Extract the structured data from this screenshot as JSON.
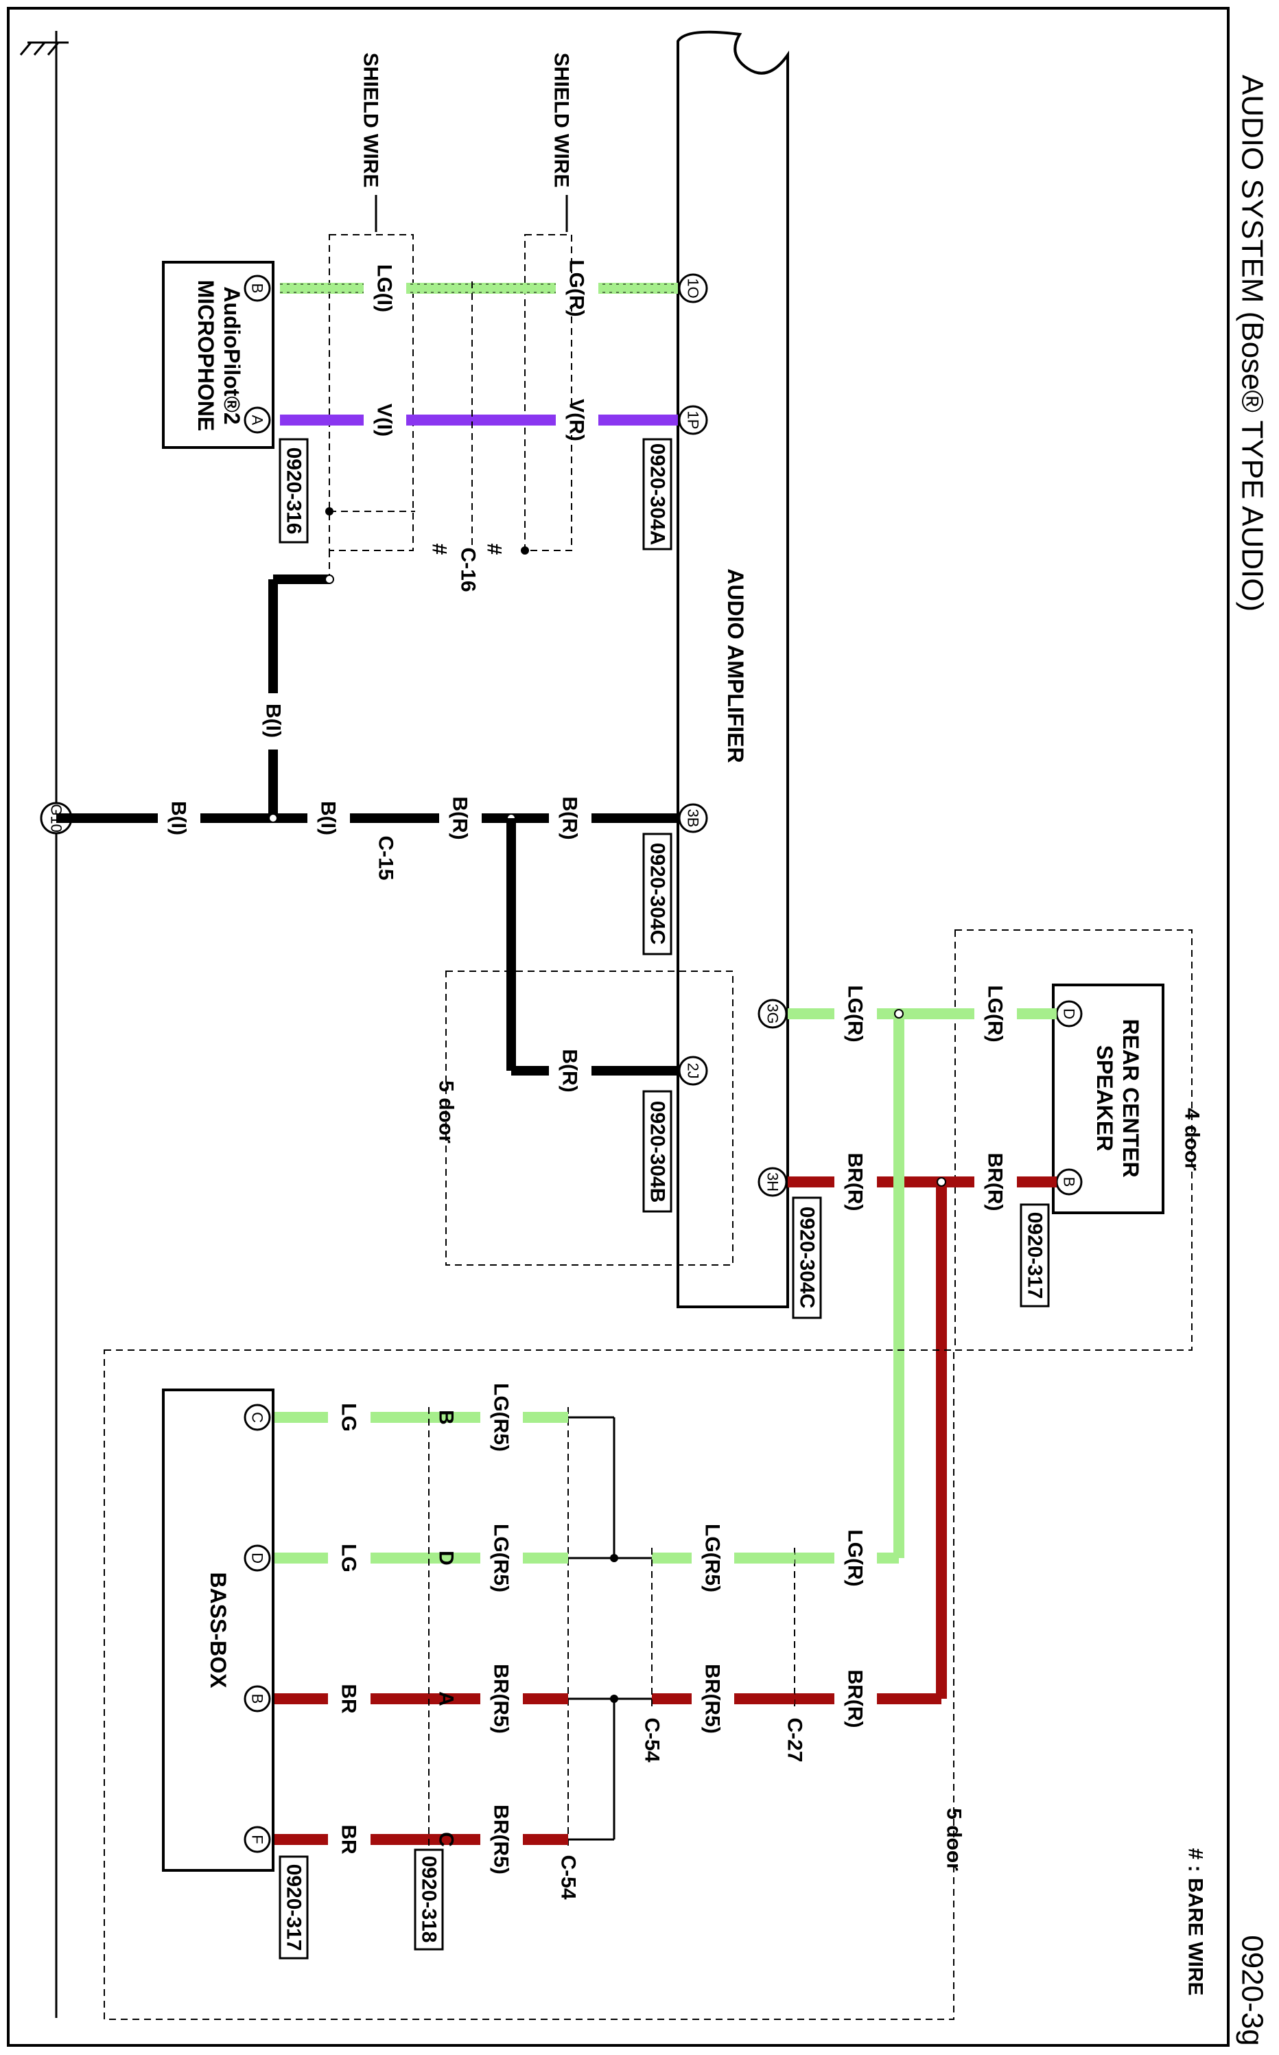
{
  "title": "AUDIO SYSTEM (Bose® TYPE AUDIO)",
  "page_id": "0920-3g",
  "legend": "# : BARE WIRE",
  "ground": {
    "label": "G10",
    "symbol": "ground-symbol"
  },
  "components": {
    "amplifier": "AUDIO AMPLIFIER",
    "microphone": [
      "AudioPilot®2",
      "MICROPHONE"
    ],
    "rear_speaker": [
      "REAR CENTER",
      "SPEAKER"
    ],
    "bass_box": "BASS-BOX"
  },
  "connectors": {
    "c304a": "0920-304A",
    "c316": "0920-316",
    "c304c_top": "0920-304C",
    "c304b": "0920-304B",
    "c304c_bottom": "0920-304C",
    "c317_speaker": "0920-317",
    "c317_bass": "0920-317",
    "c318": "0920-318"
  },
  "pins": {
    "amp_1o": "1O",
    "amp_1p": "1P",
    "amp_3b": "3B",
    "amp_2j": "2J",
    "amp_3g": "3G",
    "amp_3h": "3H",
    "mic_b": "B",
    "mic_a": "A",
    "spk_d": "D",
    "spk_b": "B",
    "bb_c": "C",
    "bb_d": "D",
    "bb_b": "B",
    "bb_f": "F"
  },
  "shield_wire_label": "SHIELD WIRE",
  "bare_marks": {
    "m1": "#",
    "m2": "#"
  },
  "splices": {
    "c16": "C-16",
    "c15": "C-15",
    "c27": "C-27",
    "c54a": "C-54",
    "c54b": "C-54"
  },
  "splice_letters": {
    "s_b": "B",
    "s_d": "D",
    "s_a": "A",
    "s_c": "C"
  },
  "options": {
    "five_door_top": "5 door",
    "four_door": "4 door",
    "five_door_bottom": "5 door"
  },
  "wires": {
    "lg_r_1": "LG(R)",
    "lg_i_1": "LG(I)",
    "v_r_1": "V(R)",
    "v_i_1": "V(I)",
    "b_r_1": "B(R)",
    "b_r_2": "B(R)",
    "b_i_1": "B(I)",
    "b_i_2": "B(I)",
    "b_i_v": "B(I)",
    "b_r_5door": "B(R)",
    "lg_r_3g": "LG(R)",
    "lg_r_spk": "LG(R)",
    "br_r_3h": "BR(R)",
    "br_r_spk": "BR(R)",
    "lg_r_down": "LG(R)",
    "br_r_down": "BR(R)",
    "lg_r5_a": "LG(R5)",
    "br_r5_a": "BR(R5)",
    "lg_r5_c": "LG(R5)",
    "lg_r5_d": "LG(R5)",
    "br_r5_b": "BR(R5)",
    "br_r5_f": "BR(R5)",
    "lg_c": "LG",
    "lg_d": "LG",
    "br_b": "BR",
    "br_f": "BR"
  },
  "colors": {
    "light_green": "#a6ee8c",
    "violet": "#8a36f0",
    "brown_red": "#a30c0c",
    "black": "#000000"
  }
}
